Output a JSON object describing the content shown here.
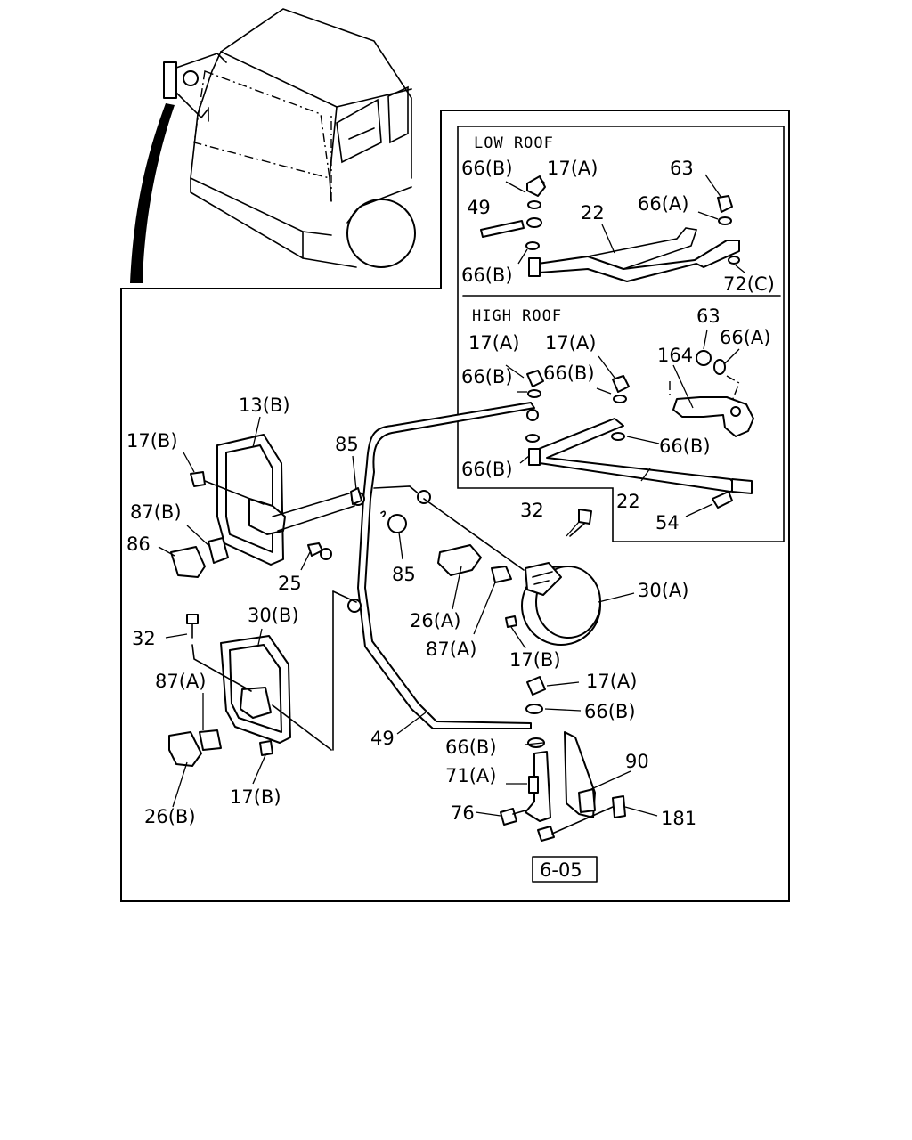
{
  "sections": {
    "low_roof_title": "LOW ROOF",
    "high_roof_title": "HIGH ROOF"
  },
  "reference_box": "6-05",
  "callouts": {
    "low_66B_top": "66(B)",
    "low_17A": "17(A)",
    "low_63": "63",
    "low_49": "49",
    "low_22": "22",
    "low_66A": "66(A)",
    "low_66B_bottom": "66(B)",
    "low_72C": "72(C)",
    "high_63": "63",
    "high_17A_left": "17(A)",
    "high_17A_right": "17(A)",
    "high_66A": "66(A)",
    "high_164": "164",
    "high_66B_left": "66(B)",
    "high_66B_right": "66(B)",
    "high_66B_mid": "66(B)",
    "high_66B_low": "66(B)",
    "high_22": "22",
    "high_54": "54",
    "main_13B": "13(B)",
    "main_17B_top": "17(B)",
    "main_85_top": "85",
    "main_87B": "87(B)",
    "main_86": "86",
    "main_25": "25",
    "main_85_mid": "85",
    "main_32_top": "32",
    "main_30A": "30(A)",
    "main_26A": "26(A)",
    "main_87A_mid": "87(A)",
    "main_17B_mid": "17(B)",
    "main_30B": "30(B)",
    "main_32_left": "32",
    "main_87A_left": "87(A)",
    "main_17A_low": "17(A)",
    "main_66B_low1": "66(B)",
    "main_49": "49",
    "main_66B_low2": "66(B)",
    "main_90": "90",
    "main_71A": "71(A)",
    "main_76": "76",
    "main_181": "181",
    "main_17B_low": "17(B)",
    "main_26B": "26(B)"
  }
}
